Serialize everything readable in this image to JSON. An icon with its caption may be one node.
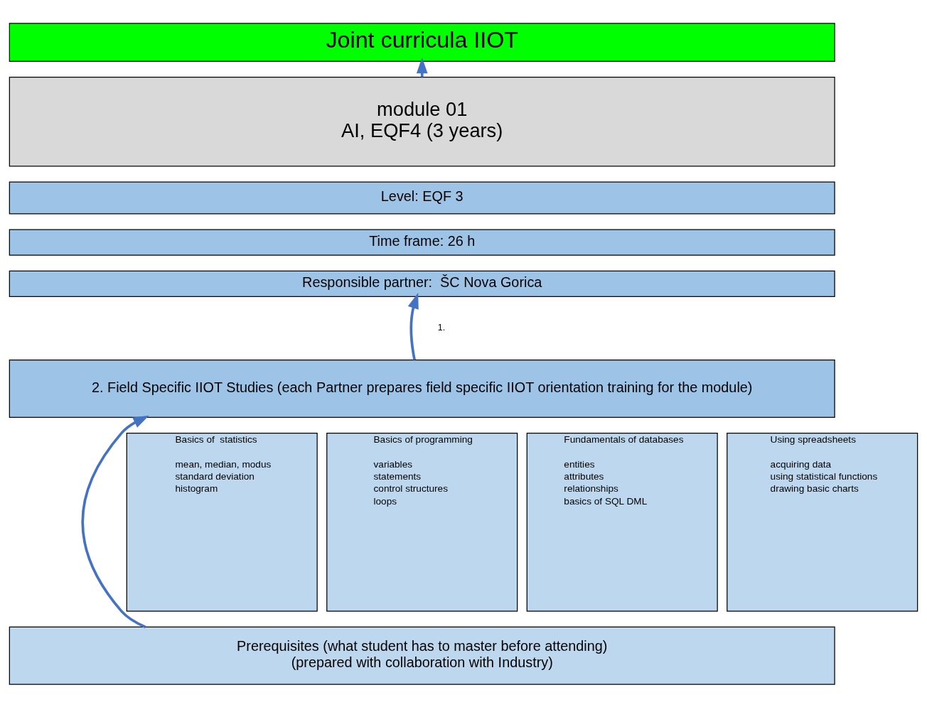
{
  "diagram": {
    "nodes": [
      {
        "text": [
          "Joint curricula IIOT"
        ]
      },
      {
        "text": [
          "module 01",
          "AI, EQF4 (3 years)"
        ]
      },
      {
        "text": [
          "Level: EQF 3"
        ]
      },
      {
        "text": [
          "Time frame: 26 h"
        ]
      },
      {
        "text": [
          "Responsible partner:  ŠC Nova Gorica"
        ]
      },
      {
        "text": [
          "2. Field Specific IIOT Studies (each Partner prepares field specific IIOT orientation training for the module)"
        ]
      },
      {
        "text": [
          "Basics of  statistics",
          "mean, median, modus",
          "standard deviation",
          "histogram"
        ]
      },
      {
        "text": [
          "Basics of programming",
          "variables",
          "statements",
          "control structures",
          "loops"
        ]
      },
      {
        "text": [
          "Fundamentals of databases",
          "entities",
          "attributes",
          "relationships",
          "basics of SQL DML"
        ]
      },
      {
        "text": [
          "Using spreadsheets",
          "acquiring data",
          "using statistical functions",
          "drawing basic charts"
        ]
      },
      {
        "text": [
          "Prerequisites (what student has to master before attending)",
          "(prepared with collaboration with Industry)"
        ]
      }
    ],
    "edges": [
      {
        "from": 1,
        "to": 0,
        "arrow": "to"
      },
      {
        "from": 5,
        "to": 4,
        "arrow": "to"
      },
      {
        "from": 10,
        "to": 5,
        "arrow": "to"
      }
    ],
    "labels": [
      "1."
    ]
  }
}
